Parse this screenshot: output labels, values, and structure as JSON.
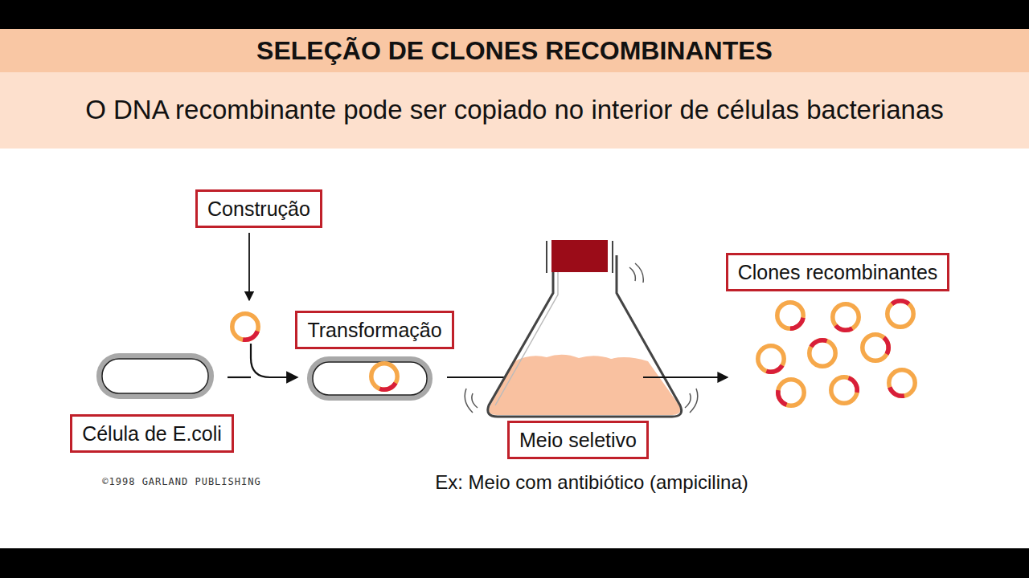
{
  "diagram": {
    "title": "SELEÇÃO DE CLONES RECOMBINANTES",
    "nodes": [
      {
        "text": [
          "Construção"
        ]
      },
      {
        "text": [
          "Transformação"
        ]
      },
      {
        "text": [
          "Clones recombinantes"
        ]
      },
      {
        "text": [
          "Célula de E.coli"
        ]
      },
      {
        "text": [
          "Meio seletivo"
        ]
      }
    ],
    "labels": [
      "O DNA recombinante pode ser copiado no interior de células bacterianas",
      "©1998 GARLAND PUBLISHING",
      "Ex: Meio com antibiótico (ampicilina)"
    ]
  }
}
